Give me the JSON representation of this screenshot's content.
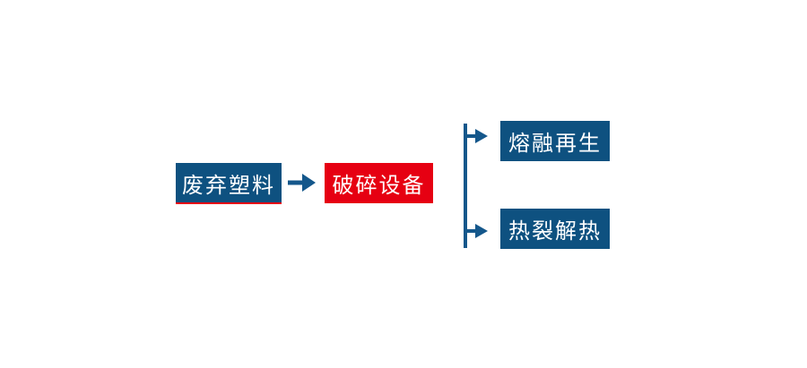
{
  "flow": {
    "nodes": [
      {
        "id": "waste-plastic",
        "label": "废弃塑料",
        "color": "#0e5180",
        "accent_underline": "#e60012"
      },
      {
        "id": "crushing-equipment",
        "label": "破碎设备",
        "color": "#e60012"
      },
      {
        "id": "melt-regeneration",
        "label": "熔融再生",
        "color": "#0e5180"
      },
      {
        "id": "pyrolysis-heat",
        "label": "热裂解热",
        "color": "#0e5180"
      }
    ],
    "connections": [
      {
        "from": "waste-plastic",
        "to": "crushing-equipment",
        "style": "arrow-right"
      },
      {
        "from": "crushing-equipment",
        "to": "melt-regeneration",
        "style": "branch-arrow"
      },
      {
        "from": "crushing-equipment",
        "to": "pyrolysis-heat",
        "style": "branch-arrow"
      }
    ],
    "colors": {
      "node_blue": "#0e5180",
      "node_red": "#e60012",
      "connector_blue": "#14578b",
      "text": "#ffffff",
      "background": "#ffffff"
    }
  }
}
